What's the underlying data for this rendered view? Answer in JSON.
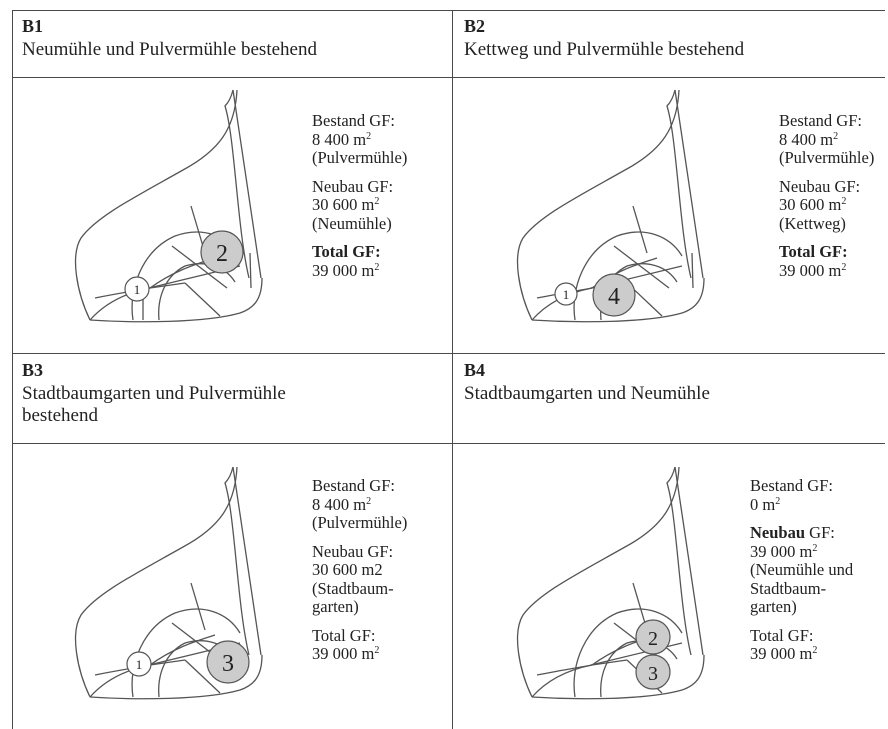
{
  "panels": {
    "b1": {
      "code": "B1",
      "title": "Neumühle und Pulvermühle bestehend",
      "bestand_label": "Bestand GF:",
      "bestand_value": "8 400 m",
      "bestand_note": "(Pulvermühle)",
      "neubau_label": "Neubau GF:",
      "neubau_value": "30 600 m",
      "neubau_note": "(Neumühle)",
      "total_label": "Total GF:",
      "total_value": "39 000 m",
      "sq": "2",
      "markers": [
        "1",
        "2"
      ]
    },
    "b2": {
      "code": "B2",
      "title": "Kettweg und Pulvermühle bestehend",
      "bestand_label": "Bestand GF:",
      "bestand_value": "8 400 m",
      "bestand_note": "(Pulvermühle)",
      "neubau_label": "Neubau GF:",
      "neubau_value": "30 600 m",
      "neubau_note": "(Kettweg)",
      "total_label": "Total GF:",
      "total_value": "39 000 m",
      "sq": "2",
      "markers": [
        "1",
        "4"
      ]
    },
    "b3": {
      "code": "B3",
      "title_line1": "Stadtbaumgarten und Pulvermühle",
      "title_line2": "bestehend",
      "bestand_label": "Bestand GF:",
      "bestand_value": "8 400 m",
      "bestand_note": "(Pulvermühle)",
      "neubau_label": "Neubau GF:",
      "neubau_value": "30 600 m2",
      "neubau_note1": "(Stadtbaum-",
      "neubau_note2": "garten)",
      "total_label": "Total GF:",
      "total_value": "39 000 m",
      "sq": "2",
      "markers": [
        "1",
        "3"
      ]
    },
    "b4": {
      "code": "B4",
      "title": "Stadtbaumgarten und Neumühle",
      "bestand_label": "Bestand GF:",
      "bestand_value": "0 m",
      "neubau_bold": "Neubau",
      "neubau_rest": " GF:",
      "neubau_value": "39 000 m",
      "neubau_note1": "(Neumühle und",
      "neubau_note2": "Stadtbaum-",
      "neubau_note3": "garten)",
      "total_label": "Total GF:",
      "total_value": "39 000 m",
      "sq": "2",
      "markers": [
        "2",
        "3"
      ]
    }
  }
}
